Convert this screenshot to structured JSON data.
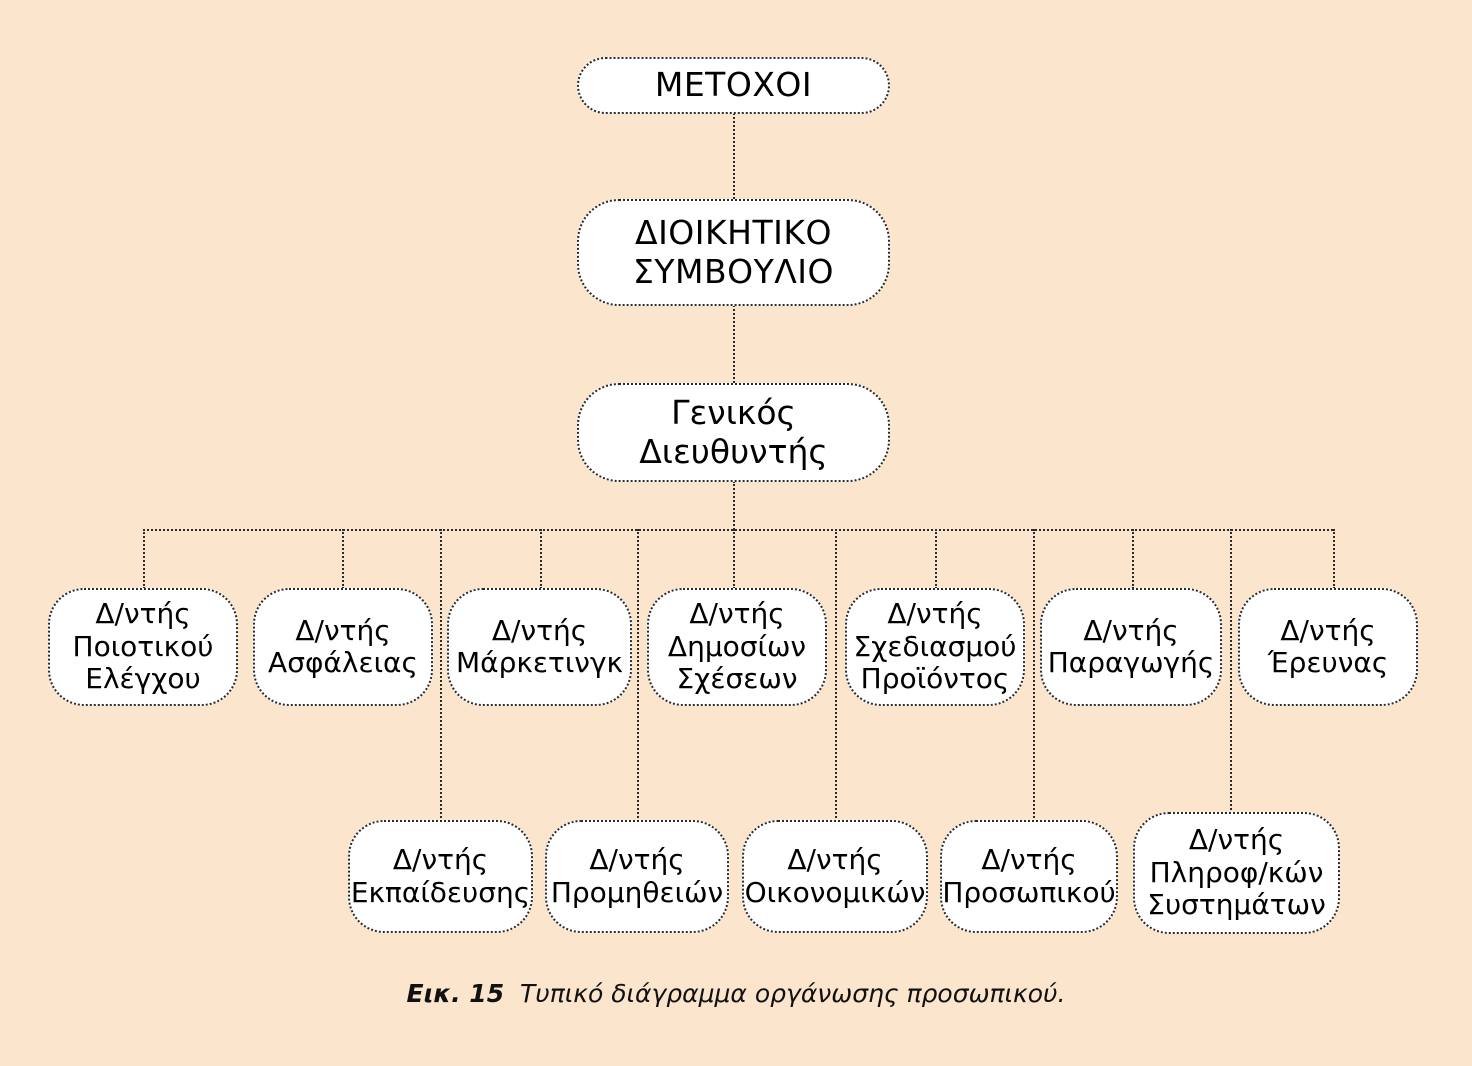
{
  "figure": {
    "background_color": "#fce5cd",
    "line_color": "#2b2b2b",
    "box_fill": "#ffffff",
    "caption_label": "Εικ. 15",
    "caption_text": "Τυπικό διάγραμμα οργάνωσης προσωπικού."
  },
  "chart_data": {
    "type": "diagram",
    "diagram_kind": "organizational-chart",
    "title": "Τυπικό διάγραμμα οργάνωσης προσωπικού.",
    "levels": [
      {
        "level": 1,
        "nodes": [
          {
            "id": "metoxoi",
            "label": "ΜΕΤΟΧΟΙ"
          }
        ]
      },
      {
        "level": 2,
        "nodes": [
          {
            "id": "ds",
            "label": "ΔΙΟΙΚΗΤΙΚΟ\nΣΥΜΒΟΥΛΙΟ"
          }
        ]
      },
      {
        "level": 3,
        "nodes": [
          {
            "id": "gd",
            "label": "Γενικός\nΔιευθυντής"
          }
        ]
      },
      {
        "level": 4,
        "nodes": [
          {
            "id": "d1",
            "label": "Δ/ντής\nΠοιοτικού\nΕλέγχου"
          },
          {
            "id": "d2",
            "label": "Δ/ντής\nΑσφάλειας"
          },
          {
            "id": "d3",
            "label": "Δ/ντής\nΜάρκετινγκ"
          },
          {
            "id": "d4",
            "label": "Δ/ντής\nΔημοσίων\nΣχέσεων"
          },
          {
            "id": "d5",
            "label": "Δ/ντής\nΣχεδιασμού\nΠροϊόντος"
          },
          {
            "id": "d6",
            "label": "Δ/ντής\nΠαραγωγής"
          },
          {
            "id": "d7",
            "label": "Δ/ντής\nΈρευνας"
          }
        ]
      },
      {
        "level": 5,
        "nodes": [
          {
            "id": "e1",
            "label": "Δ/ντής\nΕκπαίδευσης"
          },
          {
            "id": "e2",
            "label": "Δ/ντής\nΠρομηθειών"
          },
          {
            "id": "e3",
            "label": "Δ/ντής\nΟικονομικών"
          },
          {
            "id": "e4",
            "label": "Δ/ντής\nΠροσωπικού"
          },
          {
            "id": "e5",
            "label": "Δ/ντής\nΠληροφ/κών\nΣυστημάτων"
          }
        ]
      }
    ],
    "edges": [
      {
        "from": "metoxoi",
        "to": "ds"
      },
      {
        "from": "ds",
        "to": "gd"
      },
      {
        "from": "gd",
        "to": "bus"
      },
      {
        "from": "bus",
        "to": "d1"
      },
      {
        "from": "bus",
        "to": "d2"
      },
      {
        "from": "bus",
        "to": "d3"
      },
      {
        "from": "bus",
        "to": "d4"
      },
      {
        "from": "bus",
        "to": "d5"
      },
      {
        "from": "bus",
        "to": "d6"
      },
      {
        "from": "bus",
        "to": "d7"
      },
      {
        "from": "bus",
        "to": "e1"
      },
      {
        "from": "bus",
        "to": "e2"
      },
      {
        "from": "bus",
        "to": "e3"
      },
      {
        "from": "bus",
        "to": "e4"
      },
      {
        "from": "bus",
        "to": "e5"
      }
    ]
  }
}
